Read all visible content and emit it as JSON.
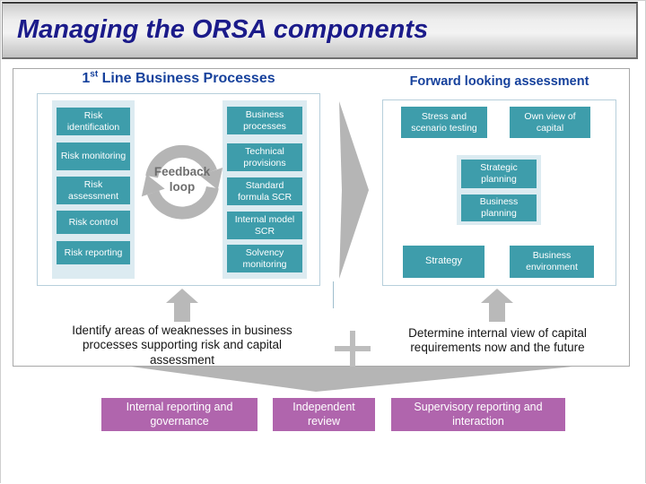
{
  "title": "Managing the ORSA components",
  "left_panel": {
    "header_num": "1",
    "header_sup": "st",
    "header_rest": " Line Business Processes",
    "risk_boxes": [
      "Risk identification",
      "Risk monitoring",
      "Risk assessment",
      "Risk control",
      "Risk reporting"
    ],
    "process_boxes": [
      "Business processes",
      "Technical provisions",
      "Standard formula SCR",
      "Internal model SCR",
      "Solvency monitoring"
    ],
    "feedback_line1": "Feedback",
    "feedback_line2": "loop"
  },
  "right_panel": {
    "header": "Forward looking assessment",
    "top_boxes": [
      "Stress and scenario testing",
      "Own view of capital"
    ],
    "middle_boxes": [
      "Strategic planning",
      "Business planning"
    ],
    "bottom_boxes": [
      "Strategy",
      "Business environment"
    ]
  },
  "annotations": {
    "left_note": "Identify areas of weaknesses in business processes supporting risk and capital assessment",
    "right_note": "Determine internal view of capital requirements now and the future",
    "plus_sign": "+"
  },
  "bottom_row": [
    "Internal reporting and governance",
    "Independent review",
    "Supervisory reporting and interaction"
  ],
  "colors": {
    "teal_box": "#3E9DAB",
    "light_strip": "#DCEBF1",
    "panel_border": "#B7CFDB",
    "purple_box": "#B065AD",
    "header_blue": "#16419C",
    "title_navy": "#1B1B8A",
    "arrow_gray": "#B5B5B5"
  }
}
